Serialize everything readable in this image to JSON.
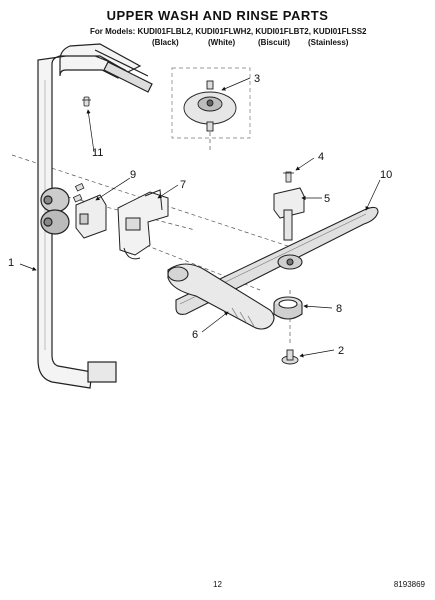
{
  "header": {
    "title": "UPPER WASH AND RINSE PARTS",
    "models_line": "For Models: KUDI01FLBL2, KUDI01FLWH2, KUDI01FLBT2, KUDI01FLSS2",
    "colors": [
      "(Black)",
      "(White)",
      "(Biscuit)",
      "(Stainless)"
    ]
  },
  "callouts": [
    "1",
    "2",
    "3",
    "4",
    "5",
    "6",
    "7",
    "8",
    "9",
    "10",
    "11"
  ],
  "footer": {
    "page_number": "12",
    "doc_number": "8193869"
  }
}
